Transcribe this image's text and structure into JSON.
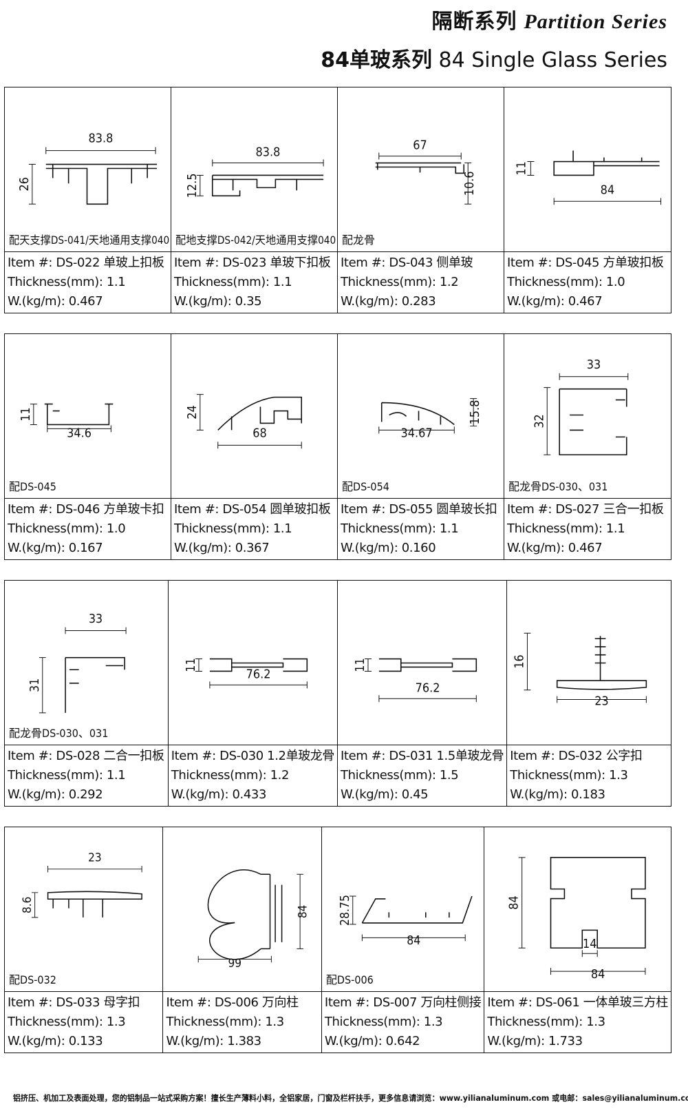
{
  "header": {
    "title_cn": "隔断系列",
    "title_en": "Partition Series",
    "subtitle_cn": "84单玻系列",
    "subtitle_en": "84 Single Glass Series"
  },
  "labels": {
    "item": "Item #:",
    "thickness": "Thickness(mm):",
    "weight": "W.(kg/m):"
  },
  "rows": [
    [
      {
        "note": "配天支撑DS-041/天地通用支撑040",
        "item": "DS-022 单玻上扣板",
        "thickness": "1.1",
        "weight": "0.467",
        "dims": [
          "83.8",
          "26"
        ]
      },
      {
        "note": "配地支撑DS-042/天地通用支撑040",
        "item": "DS-023 单玻下扣板",
        "thickness": "1.1",
        "weight": "0.35",
        "dims": [
          "83.8",
          "12.5"
        ]
      },
      {
        "note": "配龙骨",
        "item": "DS-043 侧单玻",
        "thickness": "1.2",
        "weight": "0.283",
        "dims": [
          "67",
          "10.6"
        ]
      },
      {
        "note": "",
        "item": "DS-045 方单玻扣板",
        "thickness": "1.0",
        "weight": "0.467",
        "dims": [
          "84",
          "11"
        ]
      }
    ],
    [
      {
        "note": "配DS-045",
        "item": "DS-046 方单玻卡扣",
        "thickness": "1.0",
        "weight": "0.167",
        "dims": [
          "34.6",
          "11"
        ]
      },
      {
        "note": "",
        "item": "DS-054 圆单玻扣板",
        "thickness": "1.1",
        "weight": "0.367",
        "dims": [
          "68",
          "24"
        ]
      },
      {
        "note": "配DS-054",
        "item": "DS-055 圆单玻长扣",
        "thickness": "1.1",
        "weight": "0.160",
        "dims": [
          "34.67",
          "15.8"
        ]
      },
      {
        "note": "配龙骨DS-030、031",
        "item": "DS-027 三合一扣板",
        "thickness": "1.1",
        "weight": "0.467",
        "dims": [
          "33",
          "32"
        ]
      }
    ],
    [
      {
        "note": "配龙骨DS-030、031",
        "item": "DS-028 二合一扣板",
        "thickness": "1.1",
        "weight": "0.292",
        "dims": [
          "33",
          "31"
        ]
      },
      {
        "note": "",
        "item": "DS-030    1.2单玻龙骨",
        "thickness": "1.2",
        "weight": "0.433",
        "dims": [
          "76.2",
          "11"
        ]
      },
      {
        "note": "",
        "item": "DS-031    1.5单玻龙骨",
        "thickness": "1.5",
        "weight": "0.45",
        "dims": [
          "76.2",
          "11"
        ]
      },
      {
        "note": "",
        "item": "DS-032 公字扣",
        "thickness": "1.3",
        "weight": "0.183",
        "dims": [
          "23",
          "16"
        ]
      }
    ],
    [
      {
        "note": "配DS-032",
        "item": "DS-033 母字扣",
        "thickness": "1.3",
        "weight": "0.133",
        "dims": [
          "23",
          "8.6"
        ]
      },
      {
        "note": "",
        "item": "DS-006 万向柱",
        "thickness": "1.3",
        "weight": "1.383",
        "dims": [
          "99",
          "84"
        ]
      },
      {
        "note": "配DS-006",
        "item": "DS-007 万向柱侧接",
        "thickness": "1.3",
        "weight": "0.642",
        "dims": [
          "84",
          "28.75"
        ]
      },
      {
        "note": "",
        "item": "DS-061 一体单玻三方柱",
        "thickness": "1.3",
        "weight": "1.733",
        "dims": [
          "84",
          "84",
          "14"
        ]
      }
    ]
  ],
  "footer": "铝挤压、机加工及表面处理，您的铝制品一站式采购方案！擅长生产薄料小料，全铝家居，门窗及栏杆扶手，更多信息请浏览：www.yilianaluminum.com 或电邮：sales@yilianaluminum.com"
}
